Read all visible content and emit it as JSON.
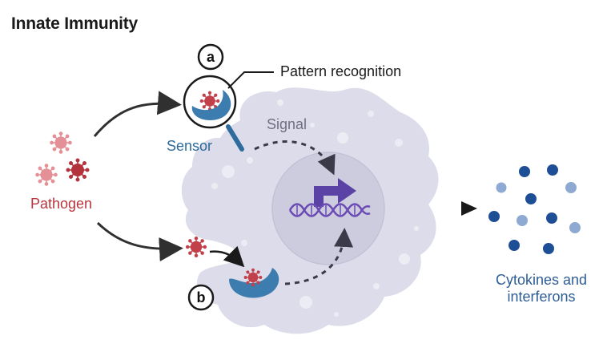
{
  "title": "Innate Immunity",
  "labels": {
    "pattern_recognition": "Pattern recognition",
    "signal": "Signal",
    "sensor": "Sensor",
    "pathogen": "Pathogen",
    "cytokines": "Cytokines and interferons",
    "step_a": "a",
    "step_b": "b"
  },
  "colors": {
    "cell": "#dcdcea",
    "nucleus": "#cdccdf",
    "receptor": "#3d7cae",
    "pathogen_dark": "#b3323c",
    "pathogen_light": "#e58f96",
    "cytokine_dark": "#1e4f96",
    "cytokine_light": "#8eaad2",
    "promoter_arrow": "#5b43a6",
    "dna": "#6a4ab3"
  }
}
